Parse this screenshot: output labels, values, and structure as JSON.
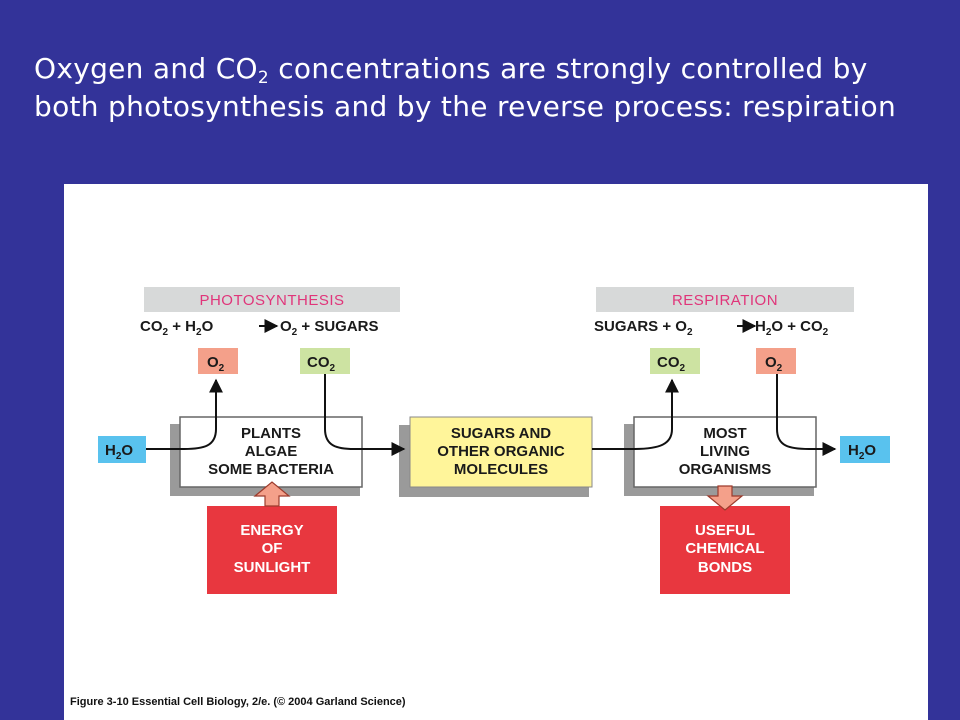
{
  "slide": {
    "title_part1": "Oxygen and CO",
    "title_sub": "2",
    "title_part2": " concentrations are strongly controlled by both photosynthesis and by the reverse  process: respiration"
  },
  "diagram": {
    "photosynthesis": {
      "header": "PHOTOSYNTHESIS",
      "equation": {
        "a": "CO",
        "a_sub": "2",
        "b": " + H",
        "b_sub": "2",
        "c": "O",
        "d": " O",
        "d_sub": "2",
        "e": " + SUGARS"
      },
      "o2_label": "O",
      "o2_sub": "2",
      "co2_label": "CO",
      "co2_sub": "2"
    },
    "respiration": {
      "header": "RESPIRATION",
      "equation": {
        "a": "SUGARS + O",
        "a_sub": "2",
        "b": " H",
        "b_sub": "2",
        "c": "O + CO",
        "c_sub": "2"
      },
      "co2_label": "CO",
      "co2_sub": "2",
      "o2_label": "O",
      "o2_sub": "2"
    },
    "h2o_left": {
      "a": "H",
      "sub": "2",
      "b": "O"
    },
    "h2o_right": {
      "a": "H",
      "sub": "2",
      "b": "O"
    },
    "plants_box": [
      "PLANTS",
      "ALGAE",
      "SOME BACTERIA"
    ],
    "sugars_box": [
      "SUGARS AND",
      "OTHER ORGANIC",
      "MOLECULES"
    ],
    "living_box": [
      "MOST",
      "LIVING",
      "ORGANISMS"
    ],
    "energy_box": [
      "ENERGY",
      "OF",
      "SUNLIGHT"
    ],
    "useful_box": [
      "USEFUL",
      "CHEMICAL",
      "BONDS"
    ],
    "caption": "Figure 3-10  Essential Cell Biology, 2/e. (© 2004 Garland Science)"
  },
  "colors": {
    "background": "#333399",
    "header_bg": "#d7d9d9",
    "header_text": "#e0357a",
    "o2_box": "#f4a08a",
    "co2_box": "#cde3a2",
    "h2o_box": "#59c2ee",
    "sugars_box": "#fff59a",
    "red_box": "#e8373f",
    "shadow": "#9a9a9a"
  }
}
